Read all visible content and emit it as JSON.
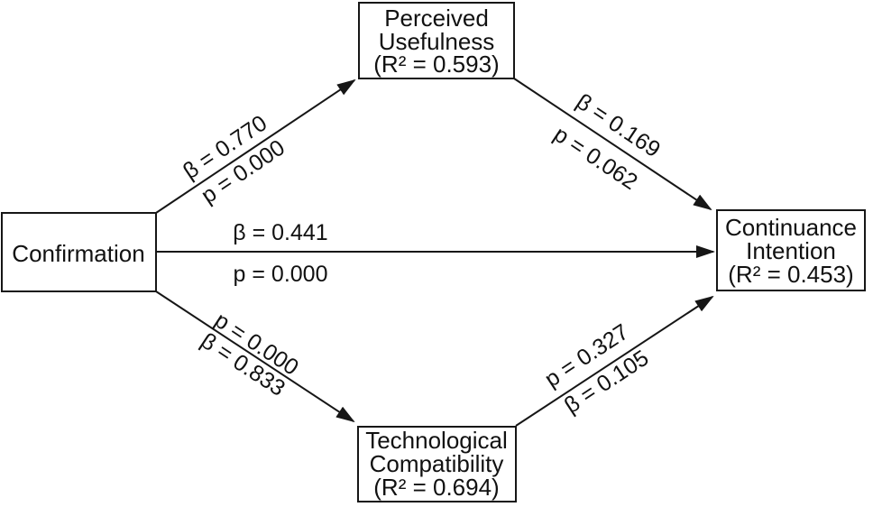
{
  "figure": {
    "colors": {
      "background": "#ffffff",
      "line": "#161616",
      "text": "#111111"
    },
    "nodes": {
      "confirmation": {
        "label": "Confirmation"
      },
      "perceived_usefulness": {
        "line1": "Perceived",
        "line2": "Usefulness",
        "line3": "(R² = 0.593)"
      },
      "continuance_intention": {
        "line1": "Continuance",
        "line2": "Intention",
        "line3": "(R² = 0.453)"
      },
      "technological_compatibility": {
        "line1": "Technological",
        "line2": "Compatibility",
        "line3": "(R² = 0.694)"
      }
    },
    "paths": {
      "confirmation_to_perceived_usefulness": {
        "beta": "β = 0.770",
        "p": "p = 0.000"
      },
      "confirmation_to_continuance_intention": {
        "beta": "β = 0.441",
        "p": "p = 0.000"
      },
      "confirmation_to_technological_compatibility": {
        "p": "p = 0.000",
        "beta": "β = 0.833"
      },
      "perceived_usefulness_to_continuance_intention": {
        "beta": "β = 0.169",
        "p": "p = 0.062"
      },
      "technological_compatibility_to_continuance_intention": {
        "p": "p = 0.327",
        "beta": "β = 0.105"
      }
    }
  }
}
